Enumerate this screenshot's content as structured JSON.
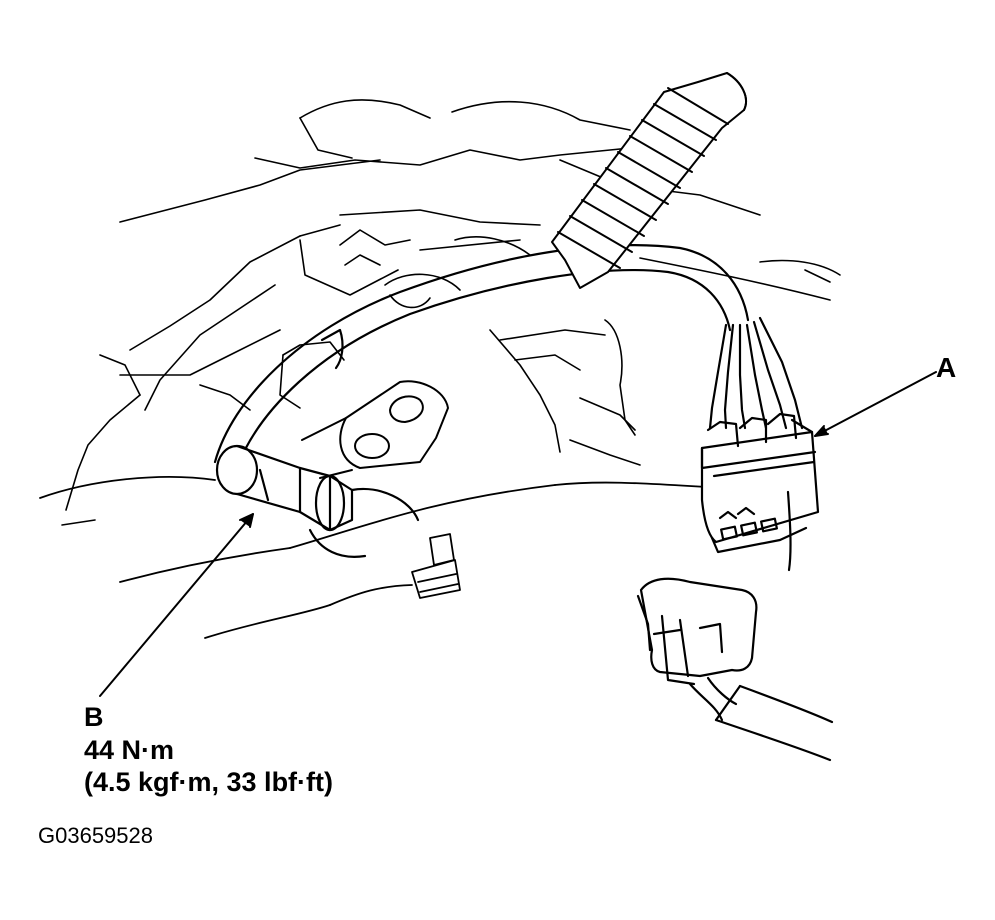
{
  "callouts": {
    "a": {
      "letter": "A"
    },
    "b": {
      "letter": "B",
      "torque_nm": "44 N·m",
      "torque_alt": "(4.5 kgf·m, 33 lbf·ft)"
    }
  },
  "figure_id": "G03659528",
  "colors": {
    "ink": "#000000",
    "paper": "#ffffff"
  }
}
